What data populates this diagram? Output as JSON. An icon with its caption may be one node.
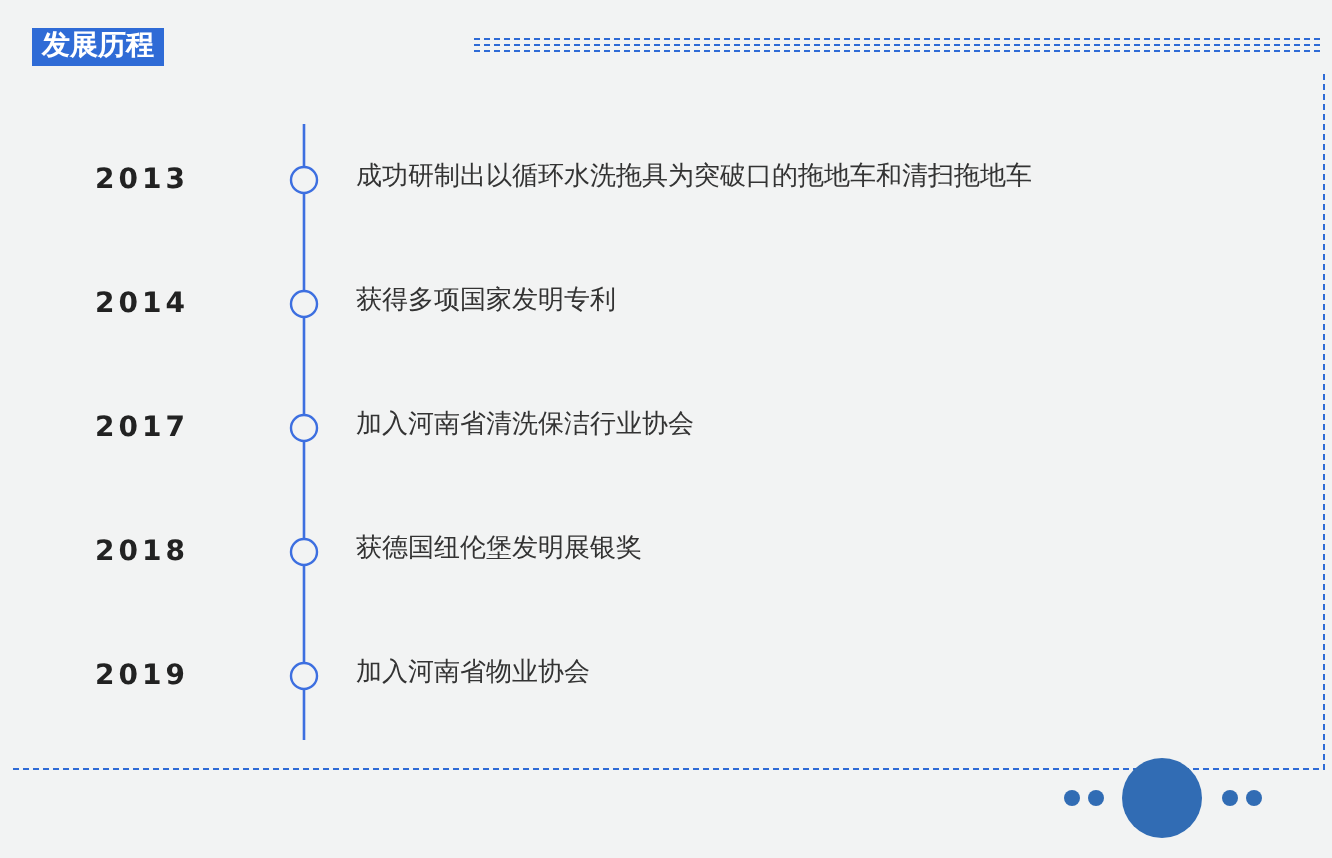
{
  "diagram": {
    "title": "发展历程",
    "labels": [
      "2013",
      "成功研制出以循环水洗拖具为突破口的拖地车和清扫拖地车",
      "2014",
      "获得多项国家发明专利",
      "2017",
      "加入河南省清洗保洁行业协会",
      "2018",
      "获德国纽伦堡发明展银奖",
      "2019",
      "加入河南省物业协会"
    ]
  }
}
